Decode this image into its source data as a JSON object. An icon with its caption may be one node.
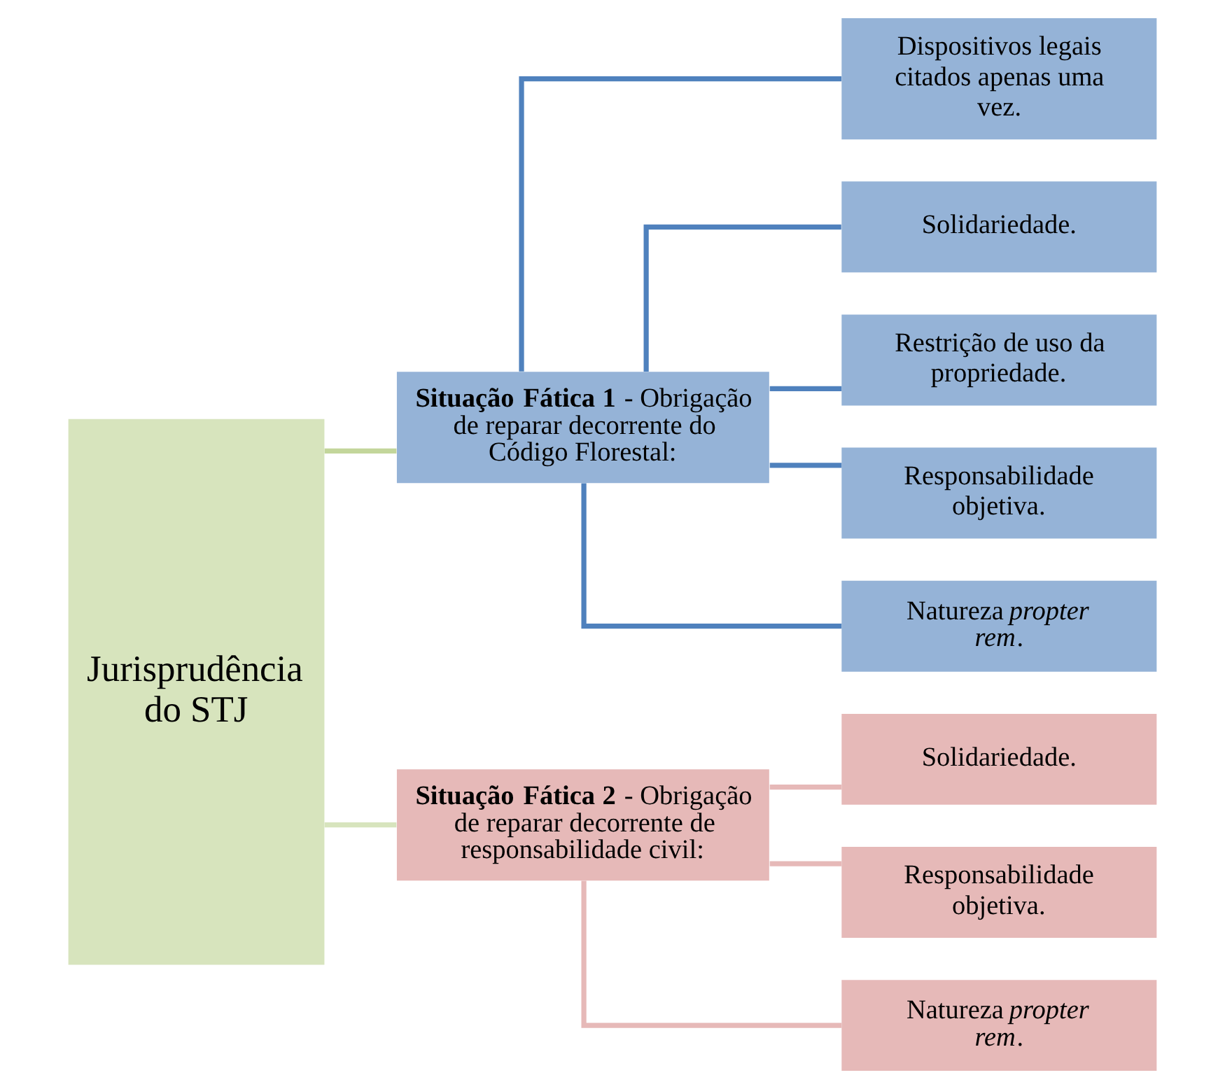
{
  "diagram": {
    "nodes": [
      {
        "text": [
          "Jurisprudência do STJ"
        ]
      },
      {
        "text": [
          "**Situação Fática 1** - Obrigação de reparar decorrente do Código Florestal:"
        ]
      },
      {
        "text": [
          "Dispositivos legais citados apenas uma vez."
        ]
      },
      {
        "text": [
          "Solidariedade."
        ]
      },
      {
        "text": [
          "Restrição de uso da propriedade."
        ]
      },
      {
        "text": [
          "Responsabilidade objetiva."
        ]
      },
      {
        "text": [
          "Natureza *propter rem*."
        ]
      },
      {
        "text": [
          "**Situação Fática 2** - Obrigação de reparar decorrente de responsabilidade civil:"
        ]
      },
      {
        "text": [
          "Solidariedade."
        ]
      },
      {
        "text": [
          "Responsabilidade objetiva."
        ]
      },
      {
        "text": [
          "Natureza *propter rem*."
        ]
      }
    ],
    "edges": [
      {
        "from": 0,
        "to": 1,
        "arrow": "none",
        "color": "#c3d69b"
      },
      {
        "from": 0,
        "to": 7,
        "arrow": "none",
        "color": "#d7e4bd"
      },
      {
        "from": 1,
        "to": 2,
        "arrow": "none"
      },
      {
        "from": 1,
        "to": 3,
        "arrow": "none"
      },
      {
        "from": 1,
        "to": 4,
        "arrow": "none"
      },
      {
        "from": 1,
        "to": 5,
        "arrow": "none"
      },
      {
        "from": 1,
        "to": 6,
        "arrow": "none"
      },
      {
        "from": 7,
        "to": 8,
        "arrow": "none",
        "color": "#e6b9b8"
      },
      {
        "from": 7,
        "to": 9,
        "arrow": "none",
        "color": "#e6b9b8"
      },
      {
        "from": 7,
        "to": 10,
        "arrow": "none",
        "color": "#e6b9b8"
      }
    ]
  }
}
